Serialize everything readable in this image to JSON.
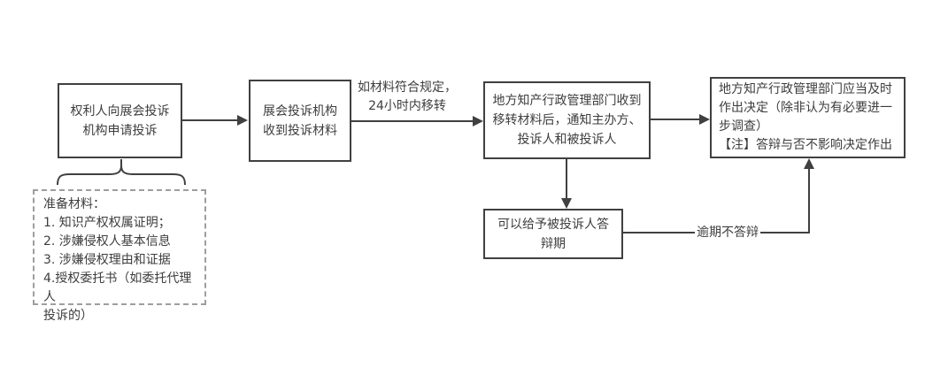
{
  "colors": {
    "line": "#404040",
    "text": "#3d3d3d",
    "dashed_border": "#9e9e9e",
    "background": "#ffffff"
  },
  "flowchart": {
    "node_apply": {
      "text": "权利人向展会投诉\n机构申请投诉"
    },
    "node_receive": {
      "text": "展会投诉机构\n收到投诉材料"
    },
    "node_notify": {
      "text": "地方知产行政管理部门收到\n移转材料后，通知主办方、\n投诉人和被投诉人"
    },
    "node_decision": {
      "text": "地方知产行政管理部门应当及时\n作出决定（除非认为有必要进一\n步调查）\n【注】答辩与否不影响决定作出"
    },
    "node_reply_period": {
      "text": "可以给予被投诉人答\n辩期"
    },
    "note_materials": {
      "text": "准备材料：\n1. 知识产权权属证明；\n2. 涉嫌侵权人基本信息\n3. 涉嫌侵权理由和证据\n4.授权委托书（如委托代理人\n投诉的）"
    },
    "edge_transfer": {
      "label": "如材料符合规定，\n24小时内移转"
    },
    "edge_overdue": {
      "label": "逾期不答辩"
    }
  }
}
